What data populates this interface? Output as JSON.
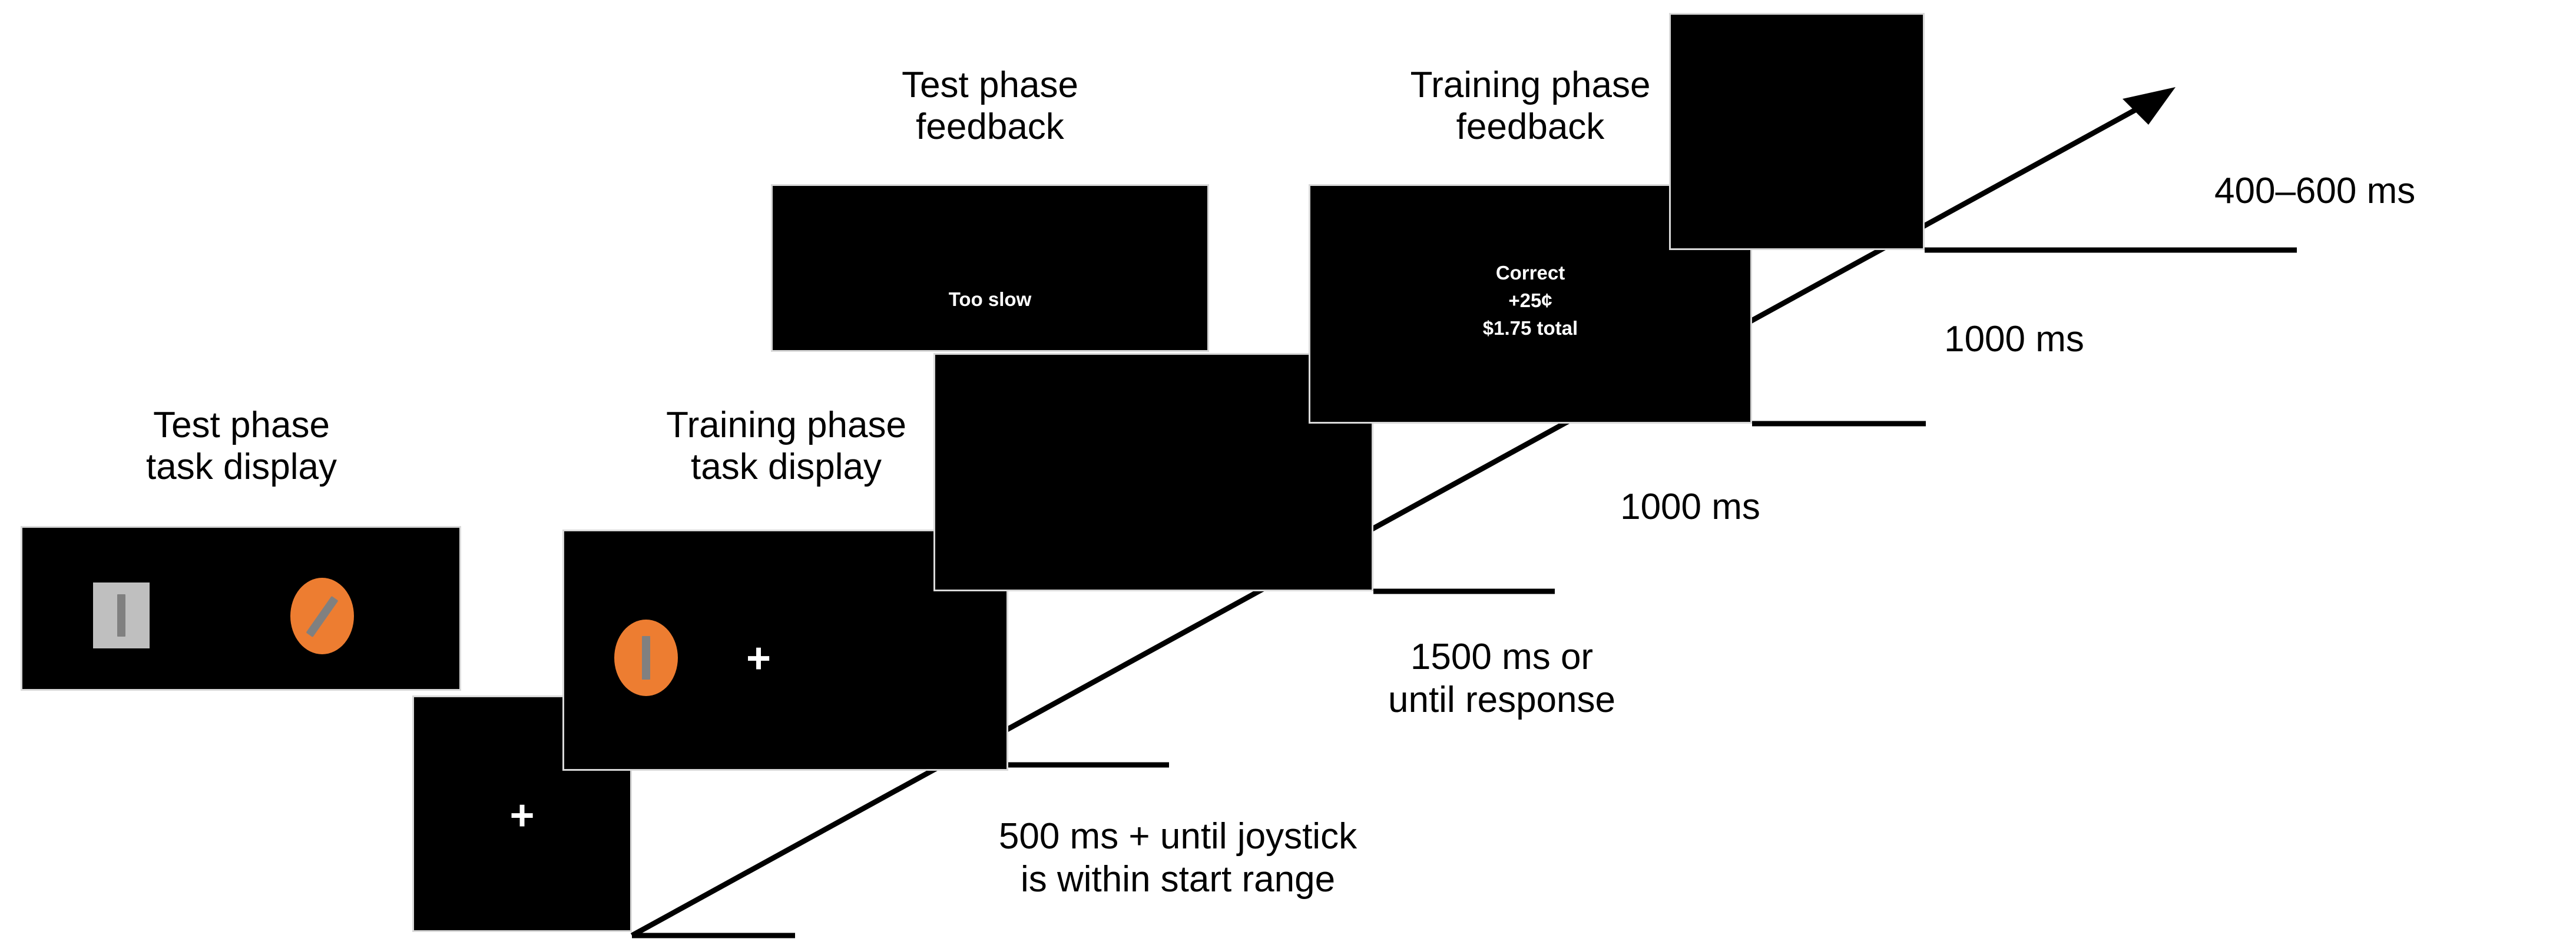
{
  "figure": {
    "type": "experimental-trial-sequence-diagram",
    "background_color": "#ffffff",
    "screen_color": "#000000",
    "accent_orange": "#ed7d31",
    "light_gray": "#bfbfbf",
    "dark_gray": "#808080"
  },
  "headings": {
    "test_task_display": "Test phase\ntask display",
    "training_task_display": "Training phase\ntask display",
    "test_feedback": "Test phase\nfeedback",
    "training_feedback": "Training phase\nfeedback"
  },
  "screens": {
    "test_task_display": {
      "stimuli": "gray rectangle with vertical gray bar on left, orange ellipse with tilted gray bar on right"
    },
    "fixation_screen": {
      "fixation": "+"
    },
    "training_task_display": {
      "fixation": "+",
      "stimuli": "orange ellipse with vertical gray bar on left"
    },
    "test_feedback": {
      "text": "Too slow"
    },
    "training_feedback": {
      "line1": "Correct",
      "line2": "+25¢",
      "line3": "$1.75 total",
      "text": "Correct\n+25¢\n$1.75 total"
    },
    "blank_training_display": {
      "text": ""
    },
    "final_blank_screen": {
      "text": ""
    }
  },
  "timings": {
    "iti": "500 ms + until joystick\nis within start range",
    "task_display": "1500 ms or\nuntil response",
    "feedback": "1000 ms",
    "post_feedback": "1000 ms",
    "blank": "400–600 ms"
  },
  "axis": {
    "direction": "time increasing up and to the right",
    "arrow": "arrowhead at upper right"
  }
}
